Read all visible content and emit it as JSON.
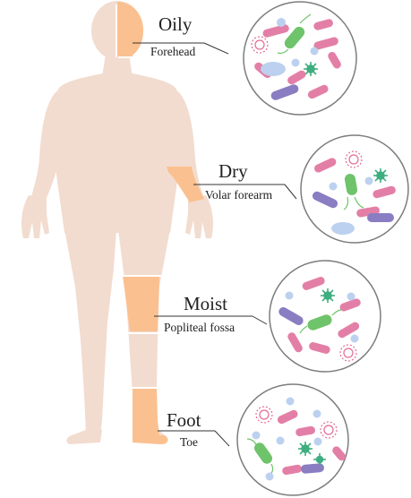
{
  "colors": {
    "body": "#f2dccf",
    "highlight": "#fbc08f",
    "leader_line": "#333333",
    "circle_border": "#7d7d7d",
    "rod_pink": "#e37fa6",
    "rod_purple": "#8a7dc2",
    "rod_green": "#6fc36a",
    "cocci_blue": "#bcd1ef",
    "spiky_green": "#3fae80",
    "fungus_pink": "#e46c96"
  },
  "sites": [
    {
      "id": "oily",
      "title": "Oily",
      "subtitle": "Forehead"
    },
    {
      "id": "dry",
      "title": "Dry",
      "subtitle": "Volar forearm"
    },
    {
      "id": "moist",
      "title": "Moist",
      "subtitle": "Popliteal fossa"
    },
    {
      "id": "foot",
      "title": "Foot",
      "subtitle": "Toe"
    }
  ]
}
